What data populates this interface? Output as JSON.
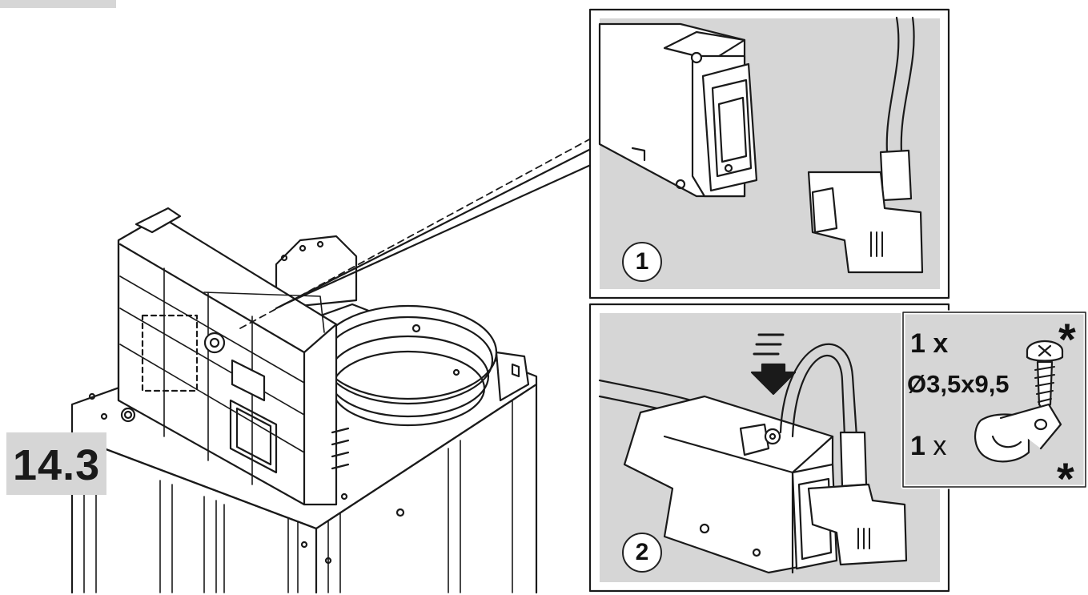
{
  "step_label": "14.3",
  "panels": [
    {
      "number": "1"
    },
    {
      "number": "2"
    }
  ],
  "parts_box": {
    "screw": {
      "quantity": "1 x",
      "size": "Ø3,5x9,5",
      "mark": "*",
      "icon": "screw-icon"
    },
    "clip": {
      "quantity": "1",
      "x": "x",
      "mark": "*",
      "icon": "cable-clip-icon"
    }
  },
  "colors": {
    "panel_bg": "#d6d6d6",
    "line": "#1a1a1a",
    "label_bg": "#d6d6d6"
  }
}
